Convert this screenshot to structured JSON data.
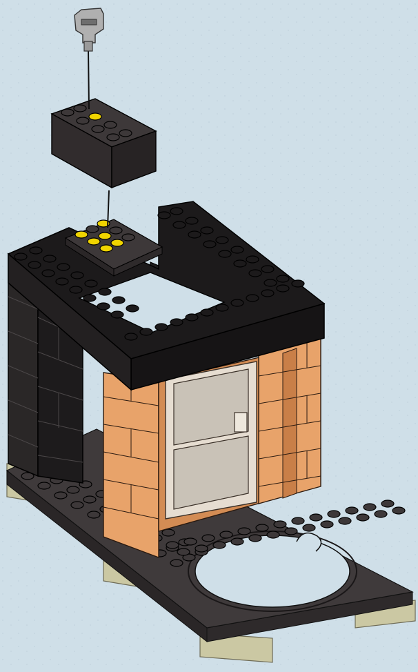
{
  "illustration": {
    "background_color": "#cfdfe8",
    "colors": {
      "black_brick": "#1c1a1b",
      "black_brick_side": "#2b2828",
      "dark_gray": "#3d3839",
      "dark_gray_top": "#4a4546",
      "tan_brick": "#e8a36a",
      "tan_brick_shade": "#d38c54",
      "highlight_yellow": "#f0d400",
      "door_frame": "#e6ddd1",
      "door_glass": "#c9c2b7",
      "support_beige": "#cbc8a3",
      "tool_gray": "#aaaaaa"
    },
    "parts": [
      "brick-separator-tool",
      "dark-gray-2x4-brick",
      "black-brick-top-frame",
      "tan-brick-walls",
      "door",
      "dark-gray-baseplate",
      "beige-supports"
    ]
  }
}
